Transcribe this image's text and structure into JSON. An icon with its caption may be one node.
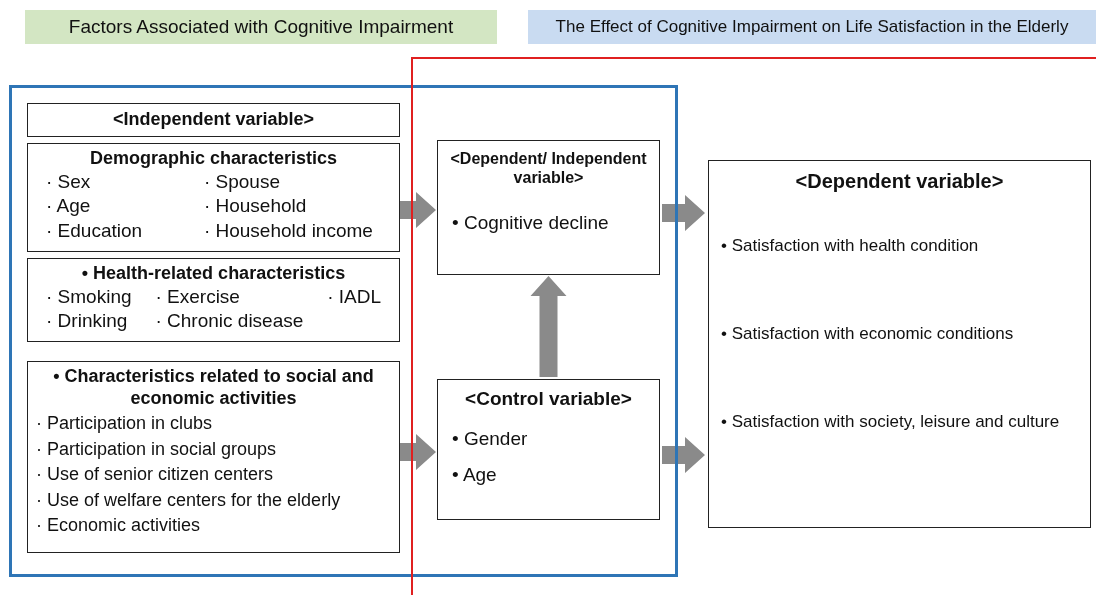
{
  "diagram": {
    "nodes": [
      {
        "text": [
          "Factors Associated with Cognitive Impairment"
        ]
      },
      {
        "text": [
          "The Effect of Cognitive Impairment on Life Satisfaction in the Elderly"
        ]
      },
      {
        "text": [],
        "shape": "box"
      },
      {
        "text": [],
        "shape": "box"
      },
      {
        "text": [
          "<Independent variable>"
        ],
        "in": 2
      },
      {
        "text": [
          "Demographic characteristics",
          "· Sex",
          "· Spouse",
          "· Age",
          "· Household",
          "· Education",
          "· Household income"
        ],
        "in": 2
      },
      {
        "text": [
          "• Health-related characteristics",
          "· Smoking",
          "· Exercise",
          "· IADL",
          "· Drinking",
          "· Chronic disease"
        ],
        "in": 2
      },
      {
        "text": [
          "• Characteristics related to social and economic activities",
          "· Participation in clubs",
          "· Participation in social groups",
          "· Use of senior citizen centers",
          "· Use of welfare centers for the elderly",
          "· Economic activities"
        ],
        "in": 2
      },
      {
        "text": [
          "<Dependent/ Independent variable>",
          "• Cognitive decline"
        ]
      },
      {
        "text": [
          "<Control variable>",
          "• Gender",
          "• Age"
        ]
      },
      {
        "text": [
          "<Dependent variable>",
          "• Satisfaction with health condition",
          "• Satisfaction with economic conditions",
          "• Satisfaction with society, leisure and culture"
        ],
        "in": 3
      }
    ],
    "edges": [
      {
        "from": 5,
        "to": 8,
        "arrow": "to",
        "style": "thick"
      },
      {
        "from": 7,
        "to": 9,
        "arrow": "to",
        "style": "thick"
      },
      {
        "from": 9,
        "to": 8,
        "arrow": "to",
        "style": "thick"
      },
      {
        "from": 8,
        "to": 10,
        "arrow": "to",
        "style": "thick"
      },
      {
        "from": 9,
        "to": 10,
        "arrow": "to",
        "style": "thick"
      }
    ]
  }
}
